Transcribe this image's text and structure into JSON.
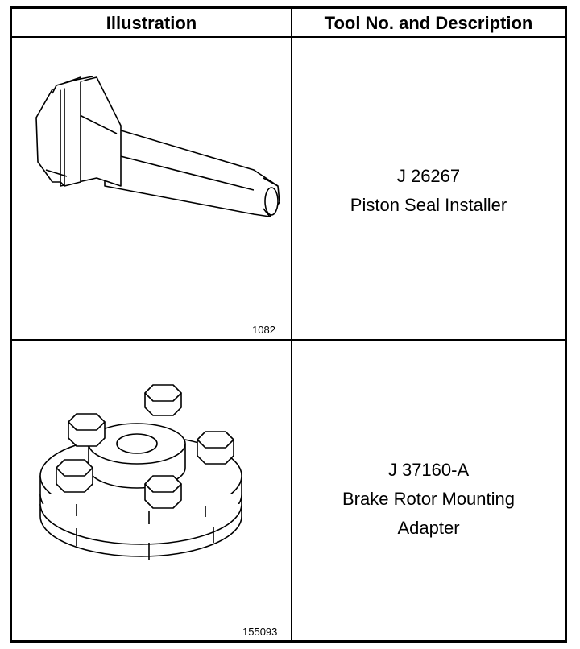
{
  "header": {
    "col1": "Illustration",
    "col2": "Tool No. and Description"
  },
  "rows": [
    {
      "figure_number": "1082",
      "tool_number": "J 26267",
      "description_lines": [
        "Piston Seal Installer"
      ]
    },
    {
      "figure_number": "155093",
      "tool_number": "J 37160-A",
      "description_lines": [
        "Brake Rotor Mounting",
        "Adapter"
      ]
    }
  ]
}
